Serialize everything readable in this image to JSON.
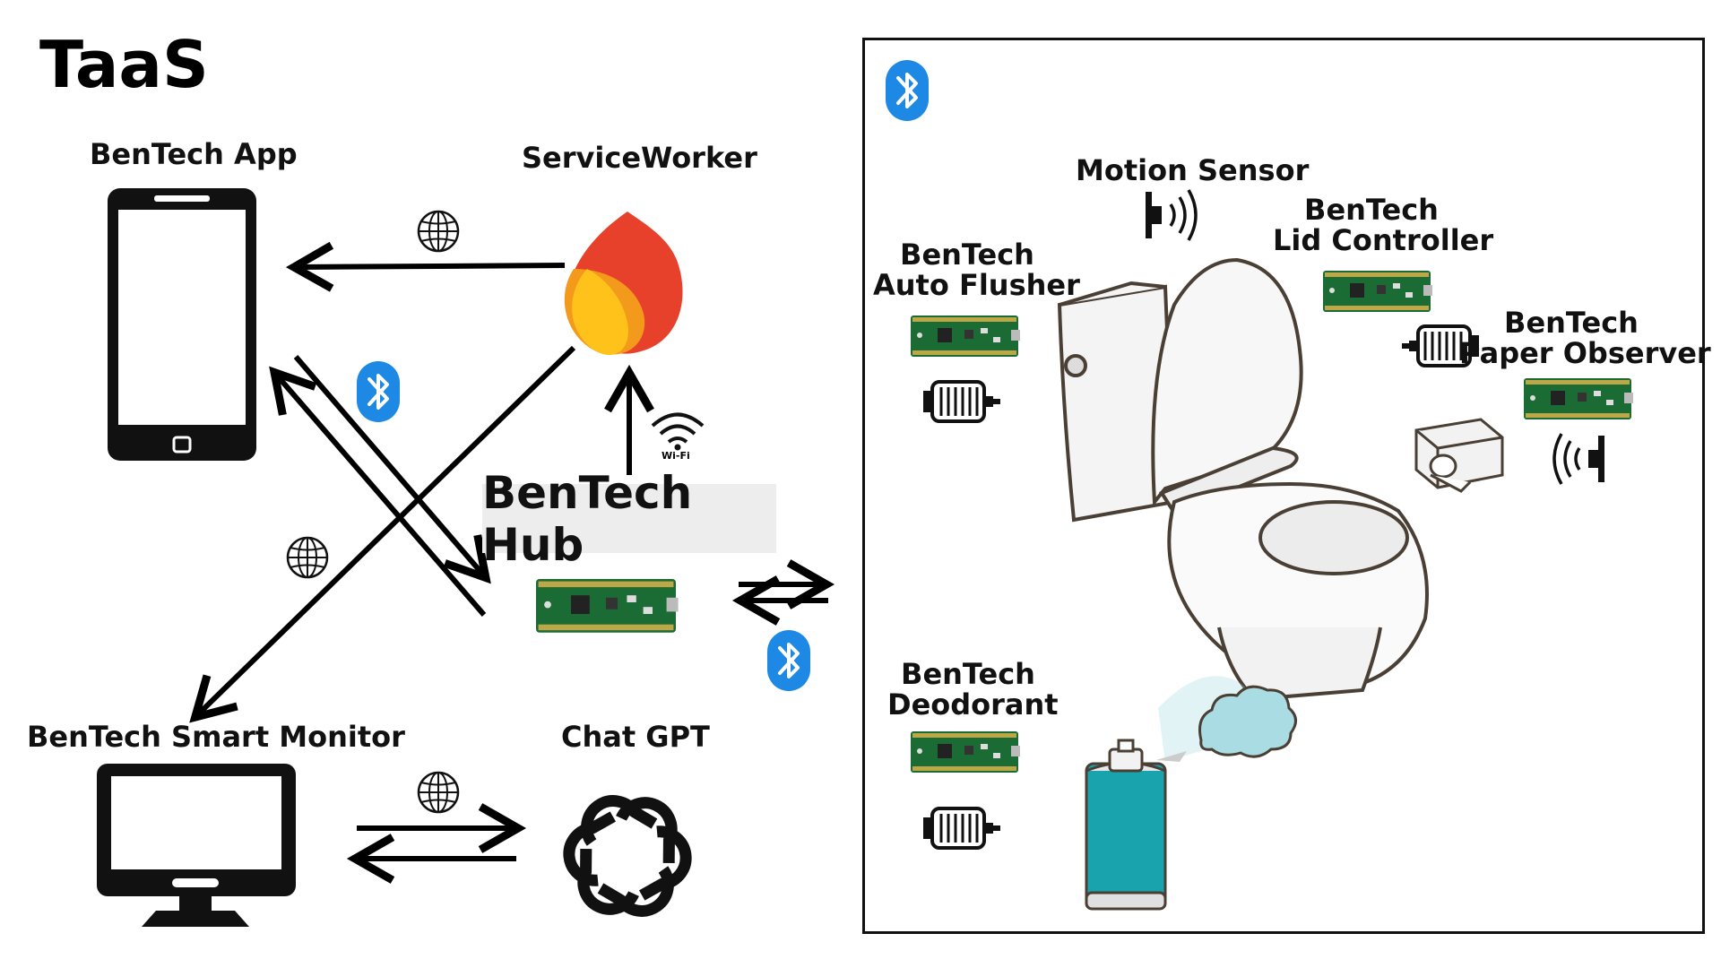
{
  "title": "TaaS",
  "nodes": {
    "app": "BenTech App",
    "service_worker": "ServiceWorker",
    "hub": "BenTech Hub",
    "monitor": "BenTech Smart Monitor",
    "chatgpt": "Chat GPT"
  },
  "room": {
    "motion_sensor": "Motion Sensor",
    "lid_controller": [
      "BenTech",
      "Lid Controller"
    ],
    "auto_flusher": [
      "BenTech",
      "Auto Flusher"
    ],
    "paper_observer": [
      "BenTech",
      "Paper Observer"
    ],
    "deodorant": [
      "BenTech",
      "Deodorant"
    ]
  },
  "wifi_label": "Wi-Fi",
  "colors": {
    "bluetooth": "#1e88e5",
    "board_green": "#1b6b35",
    "flame_red": "#e8412b",
    "flame_orange": "#f39a1c",
    "flame_yellow": "#ffc21a",
    "can_teal": "#19a3ad",
    "cloud": "#a9dde3"
  },
  "icons": [
    "phone-icon",
    "firebase-icon",
    "globe-icon",
    "bluetooth-icon",
    "wifi-icon",
    "pico-board-icon",
    "motor-icon",
    "monitor-icon",
    "openai-icon",
    "toilet-icon",
    "speaker-icon",
    "paper-roll-icon",
    "spray-can-icon"
  ]
}
